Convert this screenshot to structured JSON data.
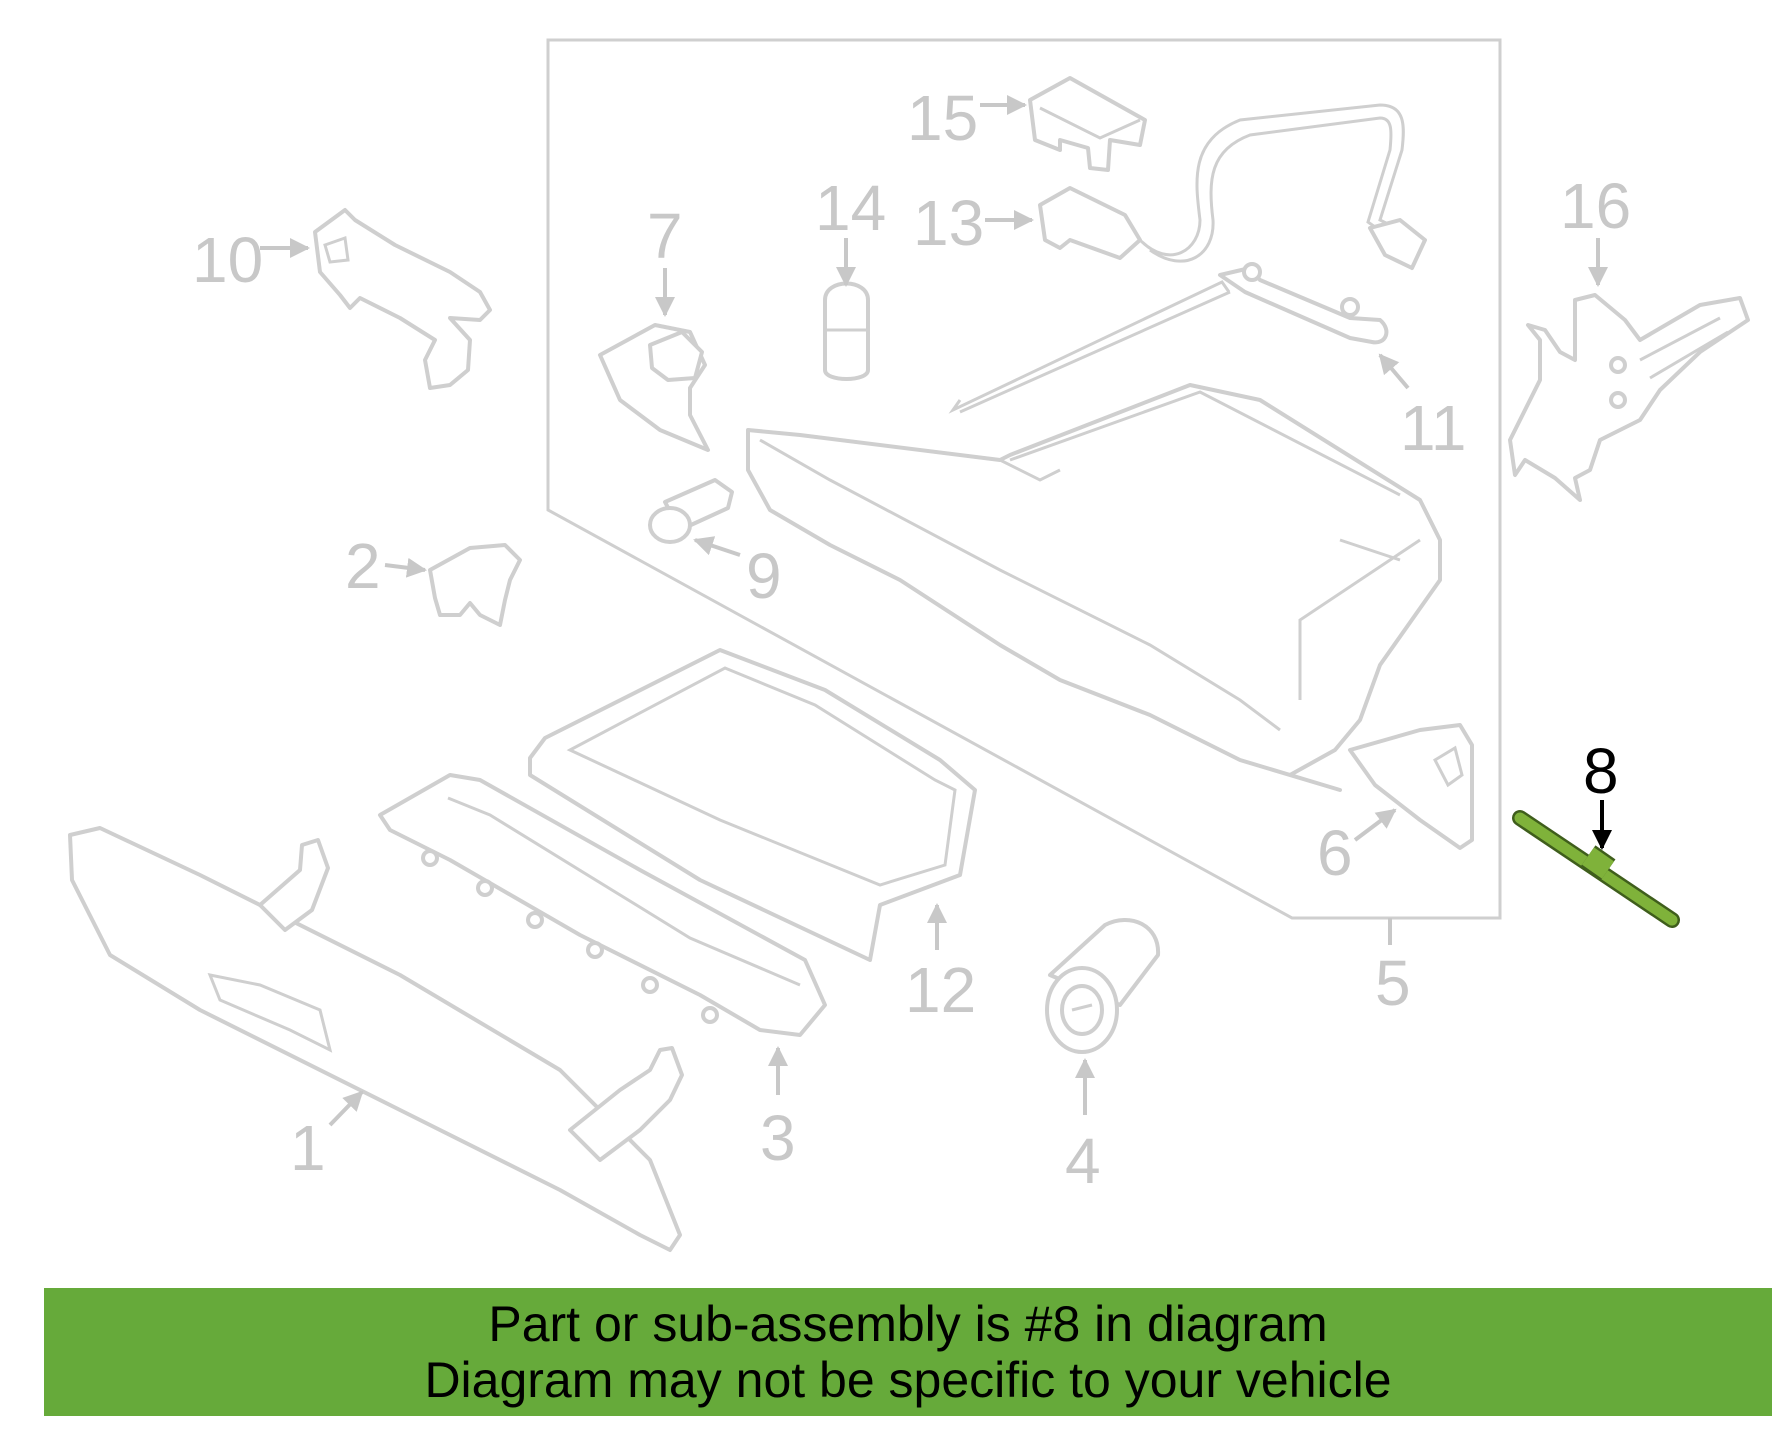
{
  "parts": [
    {
      "id": "1",
      "label": "1"
    },
    {
      "id": "2",
      "label": "2"
    },
    {
      "id": "3",
      "label": "3"
    },
    {
      "id": "4",
      "label": "4"
    },
    {
      "id": "5",
      "label": "5"
    },
    {
      "id": "6",
      "label": "6"
    },
    {
      "id": "7",
      "label": "7"
    },
    {
      "id": "8",
      "label": "8",
      "highlighted": true
    },
    {
      "id": "9",
      "label": "9"
    },
    {
      "id": "10",
      "label": "10"
    },
    {
      "id": "11",
      "label": "11"
    },
    {
      "id": "12",
      "label": "12"
    },
    {
      "id": "13",
      "label": "13"
    },
    {
      "id": "14",
      "label": "14"
    },
    {
      "id": "15",
      "label": "15"
    },
    {
      "id": "16",
      "label": "16"
    }
  ],
  "banner": {
    "line1": "Part or sub-assembly is #8 in diagram",
    "line2": "Diagram may not be specific to your vehicle",
    "color": "#66aa3a"
  },
  "colors": {
    "faded_part": "#c8c8c8",
    "highlight_part": "#7fb23a",
    "highlight_label": "#000000"
  }
}
